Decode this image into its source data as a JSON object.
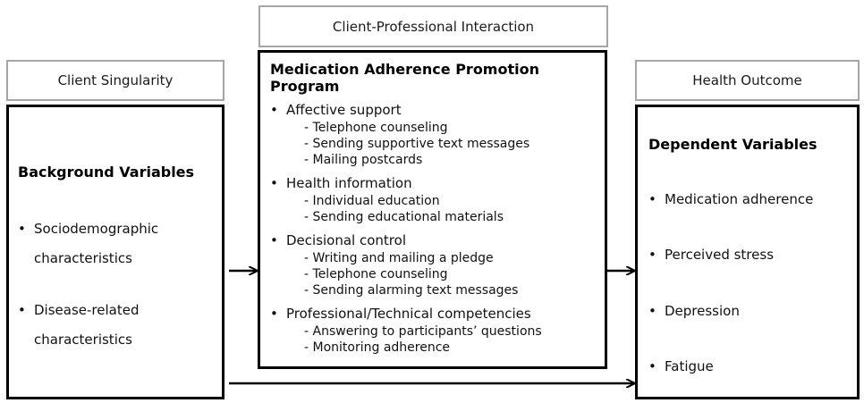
{
  "client_singularity": {
    "header": "Client Singularity",
    "title": "Background Variables",
    "items": [
      [
        "Sociodemographic",
        "characteristics"
      ],
      [
        "Disease-related",
        "characteristics"
      ]
    ]
  },
  "interaction": {
    "header": "Client-Professional Interaction",
    "title": "Medication Adherence Promotion Program",
    "sections": [
      {
        "label": "Affective support",
        "items": [
          "Telephone counseling",
          "Sending supportive text messages",
          "Mailing postcards"
        ]
      },
      {
        "label": "Health information",
        "items": [
          "Individual education",
          "Sending educational materials"
        ]
      },
      {
        "label": "Decisional control",
        "items": [
          "Writing and mailing a pledge",
          "Telephone counseling",
          "Sending alarming text messages"
        ]
      },
      {
        "label": "Professional/Technical competencies",
        "items": [
          "Answering to participants’ questions",
          "Monitoring adherence"
        ]
      }
    ]
  },
  "health_outcome": {
    "header": "Health Outcome",
    "title": "Dependent Variables",
    "items": [
      "Medication adherence",
      "Perceived stress",
      "Depression",
      "Fatigue"
    ]
  }
}
